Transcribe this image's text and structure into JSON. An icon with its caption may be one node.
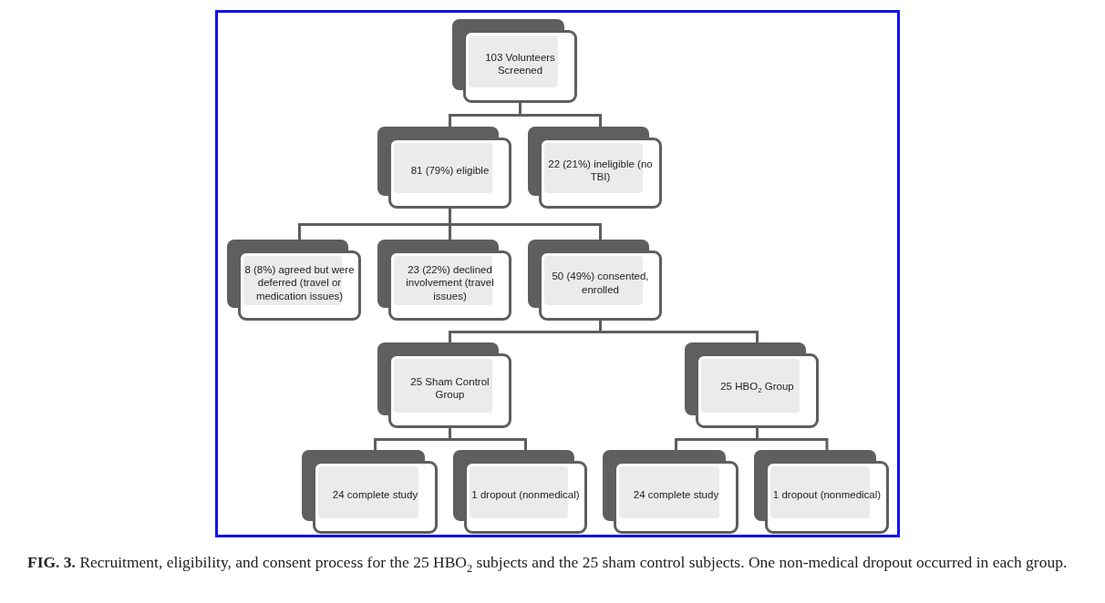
{
  "diagram": {
    "caption": "**FIG. 3.** Recruitment, eligibility, and consent process for the 25 HBO$_{2}$ subjects and the 25 sham control subjects. One non-medical dropout occurred in each group.",
    "nodes": [
      {
        "text": [
          "103 Volunteers Screened"
        ]
      },
      {
        "text": [
          "81 (79%) eligible"
        ]
      },
      {
        "text": [
          "22 (21%) ineligible (no TBI)"
        ]
      },
      {
        "text": [
          "8 (8%) agreed but were deferred (travel or medication issues)"
        ]
      },
      {
        "text": [
          "23 (22%) declined involvement (travel issues)"
        ]
      },
      {
        "text": [
          "50 (49%) consented, enrolled"
        ]
      },
      {
        "text": [
          "25 Sham Control Group"
        ]
      },
      {
        "text": [
          "25 HBO$_{2}$ Group"
        ]
      },
      {
        "text": [
          "24 complete study"
        ]
      },
      {
        "text": [
          "1 dropout (nonmedical)"
        ]
      },
      {
        "text": [
          "24 complete study"
        ]
      },
      {
        "text": [
          "1 dropout (nonmedical)"
        ]
      }
    ],
    "edges": [
      {
        "from": 0,
        "to": 1,
        "arrow": "none"
      },
      {
        "from": 0,
        "to": 2,
        "arrow": "none"
      },
      {
        "from": 1,
        "to": 3,
        "arrow": "none"
      },
      {
        "from": 1,
        "to": 4,
        "arrow": "none"
      },
      {
        "from": 1,
        "to": 5,
        "arrow": "none"
      },
      {
        "from": 5,
        "to": 6,
        "arrow": "none"
      },
      {
        "from": 5,
        "to": 7,
        "arrow": "none"
      },
      {
        "from": 6,
        "to": 8,
        "arrow": "none"
      },
      {
        "from": 6,
        "to": 9,
        "arrow": "none"
      },
      {
        "from": 7,
        "to": 10,
        "arrow": "none"
      },
      {
        "from": 7,
        "to": 11,
        "arrow": "none"
      }
    ]
  }
}
